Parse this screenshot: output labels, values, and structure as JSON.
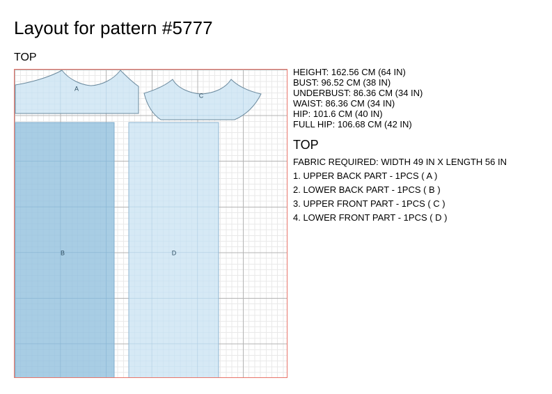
{
  "header": {
    "title": "Layout for pattern #5777",
    "subtitle": "TOP"
  },
  "layout": {
    "border_color": "#e8756a",
    "grid_minor_color": "#e9e9e9",
    "grid_major_color": "#b3b3b3",
    "piece_fill_light": "#d6e9f5",
    "piece_fill_dark": "#a8cde4",
    "piece_stroke": "#6b8a9e",
    "pieces": [
      {
        "id": "A",
        "label": "A",
        "name": "upper-back-part"
      },
      {
        "id": "B",
        "label": "B",
        "name": "lower-back-part"
      },
      {
        "id": "C",
        "label": "C",
        "name": "upper-front-part"
      },
      {
        "id": "D",
        "label": "D",
        "name": "lower-front-part"
      }
    ]
  },
  "info": {
    "measurements": [
      "HEIGHT: 162.56 CM (64 IN)",
      "BUST: 96.52 CM (38 IN)",
      "UNDERBUST: 86.36 CM (34 IN)",
      "WAIST: 86.36 CM (34 IN)",
      "HIP: 101.6 CM (40 IN)",
      "FULL HIP: 106.68 CM (42 IN)"
    ],
    "heading": "TOP",
    "fabric_required": "FABRIC REQUIRED: WIDTH 49 IN X LENGTH 56 IN",
    "parts": [
      "1. UPPER BACK PART - 1PCS ( A )",
      "2. LOWER BACK PART - 1PCS ( B )",
      "3. UPPER FRONT PART - 1PCS ( C )",
      "4. LOWER FRONT PART - 1PCS ( D )"
    ]
  }
}
